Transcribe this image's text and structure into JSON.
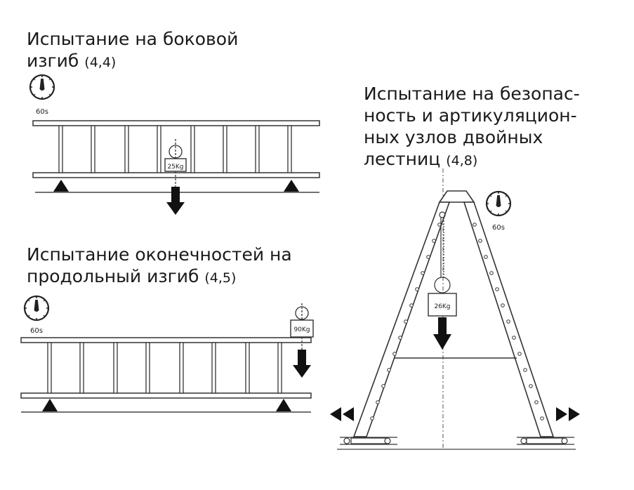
{
  "tests": [
    {
      "title_line1": "Испытание на боковой",
      "title_line2": "изгиб",
      "ref": "(4,4)",
      "timer": "60s",
      "load": "25Kg"
    },
    {
      "title_line1": "Испытание оконечностей на",
      "title_line2": "продольный изгиб",
      "ref": "(4,5)",
      "timer": "60s",
      "load": "90Kg"
    },
    {
      "title_line1": "Испытание на безопас-",
      "title_line2": "ность и артикуляцион-",
      "title_line3": "ных узлов двойных",
      "title_line4": "лестниц",
      "ref": "(4,8)",
      "timer": "60s",
      "load": "26Kg"
    }
  ]
}
